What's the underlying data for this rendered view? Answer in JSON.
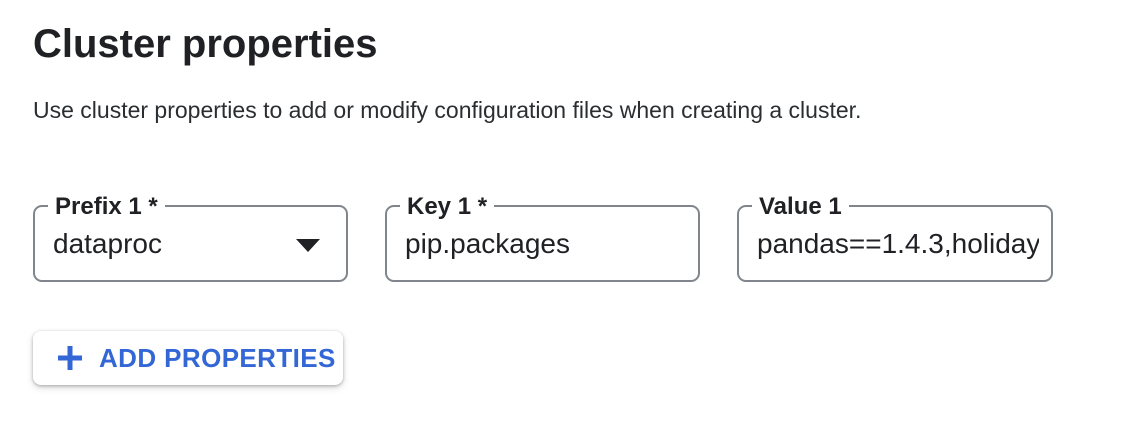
{
  "header": {
    "title": "Cluster properties",
    "description": "Use cluster properties to add or modify configuration files when creating a cluster."
  },
  "fields": {
    "prefix": {
      "label": "Prefix 1 *",
      "value": "dataproc"
    },
    "key": {
      "label": "Key 1 *",
      "value": "pip.packages"
    },
    "value": {
      "label": "Value 1",
      "value": "pandas==1.4.3,holiday"
    }
  },
  "actions": {
    "add_properties_label": "ADD PROPERTIES",
    "plus_icon": "plus",
    "dropdown_icon": "caret-down"
  },
  "colors": {
    "accent_blue": "#3367d6",
    "text_primary": "#202124",
    "field_border_gray": "#80868b",
    "background": "#ffffff"
  }
}
